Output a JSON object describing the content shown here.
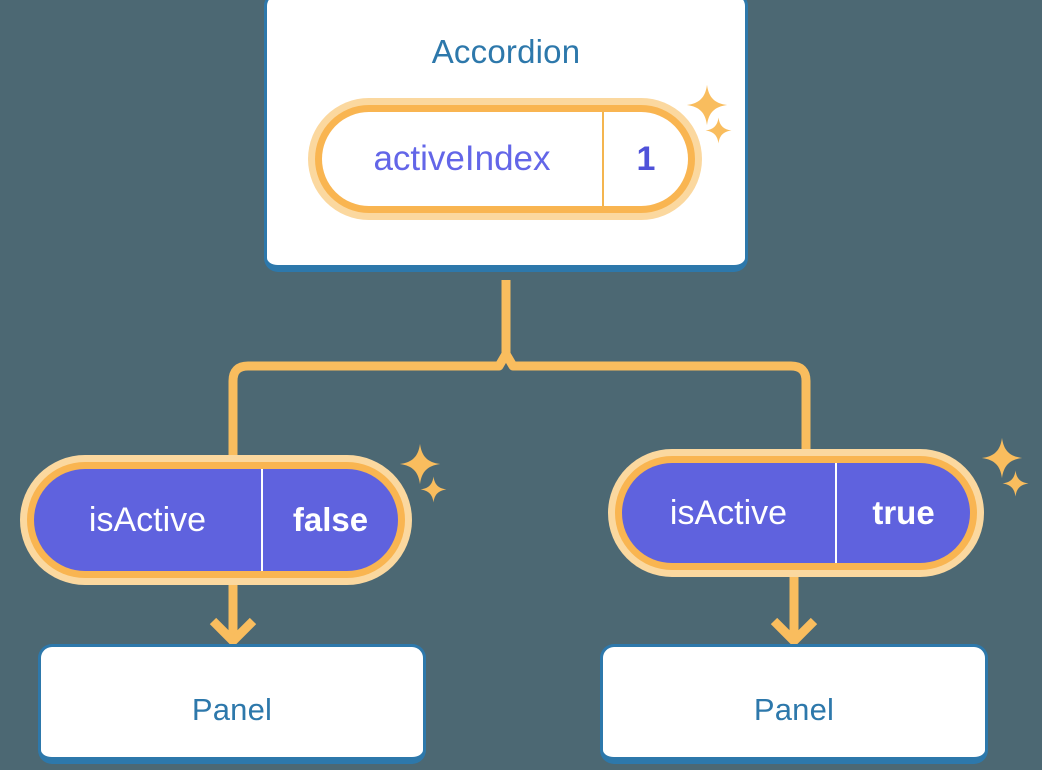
{
  "background_color": "#4c6873",
  "palette": {
    "card_stroke": "#2d78ab",
    "card_fill": "#ffffff",
    "title_text": "#2d78ab",
    "ring_outer": "#fbd89f",
    "ring_inner": "#f9b551",
    "wire": "#f9bd5e",
    "state_fill": "#5f62de",
    "state_text": "#ffffff",
    "prop_text": "#6366e8",
    "value_text": "#4f52d9",
    "sparkle": "#f9bd5e"
  },
  "diagram": {
    "type": "component-tree",
    "root": {
      "title": "Accordion",
      "state": {
        "key": "activeIndex",
        "value": "1"
      }
    },
    "branches": [
      {
        "id": "left",
        "prop": {
          "key": "isActive",
          "value": "false"
        },
        "child": {
          "title": "Panel"
        }
      },
      {
        "id": "right",
        "prop": {
          "key": "isActive",
          "value": "true"
        },
        "child": {
          "title": "Panel"
        }
      }
    ]
  }
}
